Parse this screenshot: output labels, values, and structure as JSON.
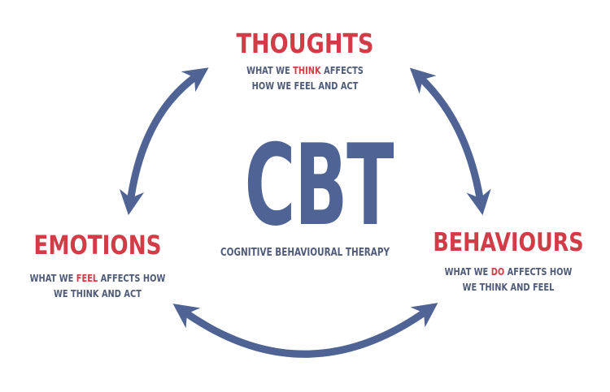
{
  "diagram": {
    "center": {
      "title": "CBT",
      "subtitle": "COGNITIVE BEHAVIOURAL THERAPY"
    },
    "nodes": [
      {
        "id": "thoughts",
        "heading": "THOUGHTS",
        "line1_pre": "WHAT WE ",
        "line1_highlight": "THINK",
        "line1_post": " AFFECTS",
        "line2": "HOW WE FEEL AND ACT"
      },
      {
        "id": "emotions",
        "heading": "EMOTIONS",
        "line1_pre": "WHAT WE ",
        "line1_highlight": "FEEL",
        "line1_post": " AFFECTS HOW",
        "line2": "WE THINK AND ACT"
      },
      {
        "id": "behaviours",
        "heading": "BEHAVIOURS",
        "line1_pre": "WHAT WE ",
        "line1_highlight": "DO",
        "line1_post": " AFFECTS HOW",
        "line2": "WE THINK AND FEEL"
      }
    ],
    "edges": [
      {
        "from": "emotions",
        "to": "thoughts",
        "direction": "bidirectional"
      },
      {
        "from": "thoughts",
        "to": "behaviours",
        "direction": "bidirectional"
      },
      {
        "from": "emotions",
        "to": "behaviours",
        "direction": "bidirectional"
      }
    ],
    "colors": {
      "primary_blue": "#4f6494",
      "accent_red": "#d23c46",
      "text_slate": "#4f5b78",
      "background": "#ffffff"
    }
  }
}
